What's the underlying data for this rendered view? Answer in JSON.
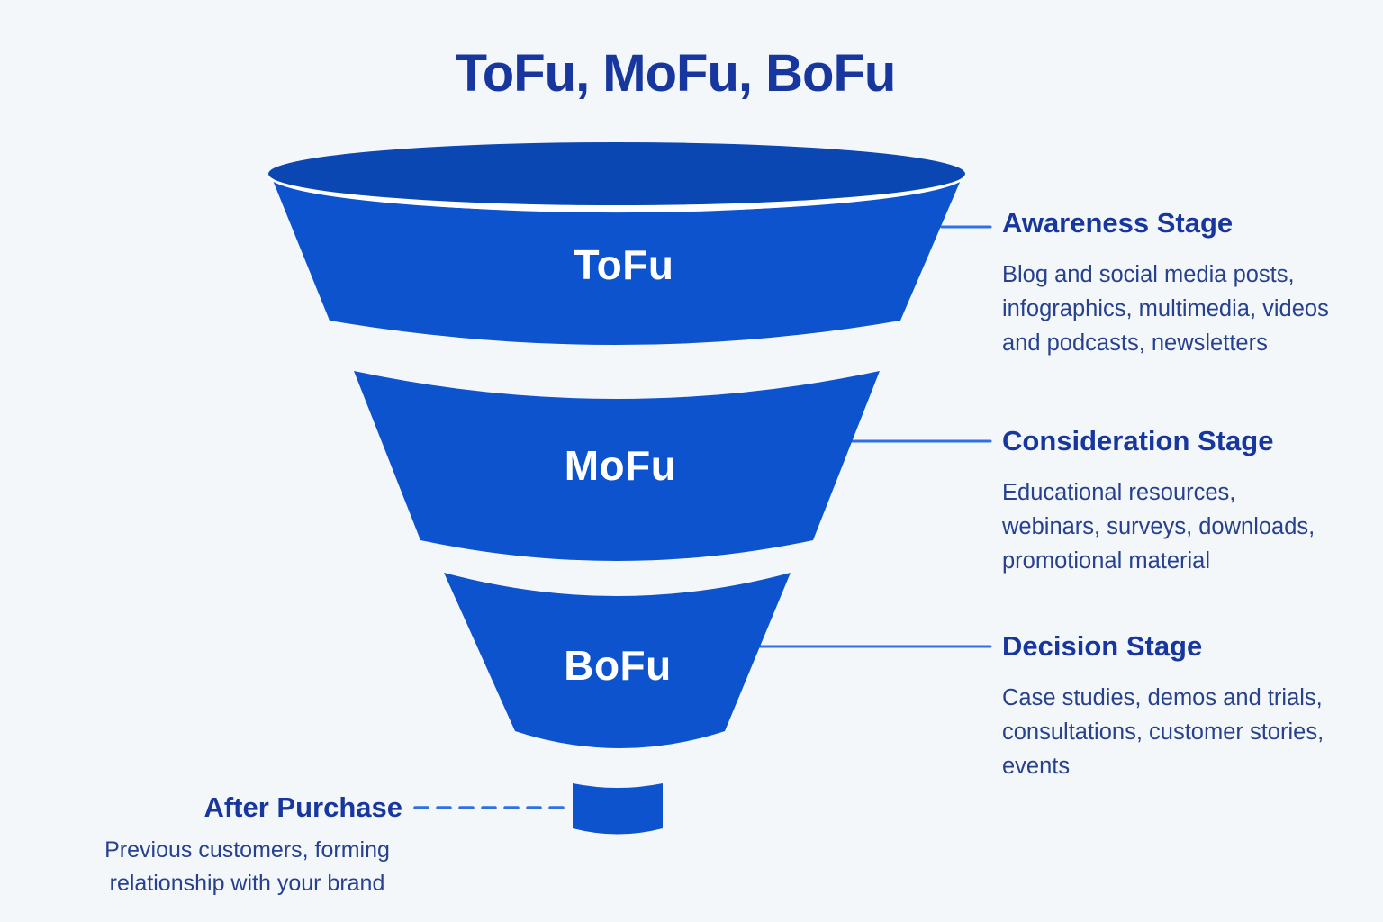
{
  "title": "ToFu, MoFu, BoFu",
  "colors": {
    "background": "#f3f7fa",
    "funnel_body": "#0d53cd",
    "funnel_rim": "#0a47b2",
    "connector": "#2f70e4",
    "heading": "#17379e",
    "body_text": "#27418f",
    "label_text": "#ffffff"
  },
  "funnel": {
    "segments": [
      {
        "label": "ToFu"
      },
      {
        "label": "MoFu"
      },
      {
        "label": "BoFu"
      }
    ]
  },
  "stages": [
    {
      "heading": "Awareness Stage",
      "description": "Blog and social media posts,\ninfographics, multimedia, videos\nand podcasts, newsletters"
    },
    {
      "heading": "Consideration Stage",
      "description": "Educational resources,\nwebinars, surveys, downloads,\npromotional material"
    },
    {
      "heading": "Decision Stage",
      "description": "Case studies, demos and trials,\nconsultations, customer stories,\nevents"
    }
  ],
  "after_purchase": {
    "heading": "After Purchase",
    "description": "Previous customers, forming\nrelationship with your brand"
  }
}
